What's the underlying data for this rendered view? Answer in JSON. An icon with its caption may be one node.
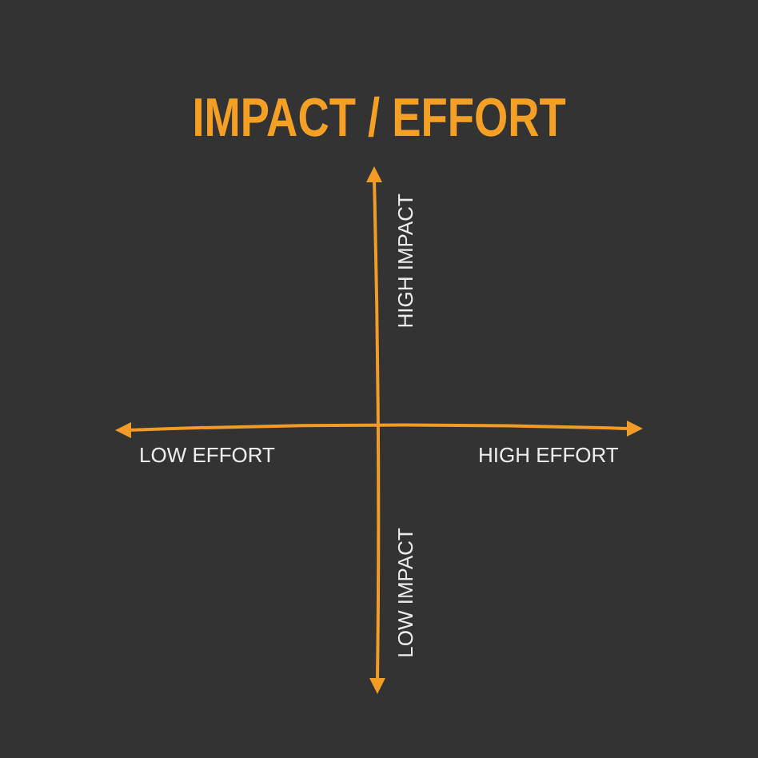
{
  "diagram": {
    "title": "IMPACT / EFFORT",
    "labels": [
      "HIGH IMPACT",
      "LOW EFFORT",
      "HIGH EFFORT",
      "LOW IMPACT"
    ]
  }
}
